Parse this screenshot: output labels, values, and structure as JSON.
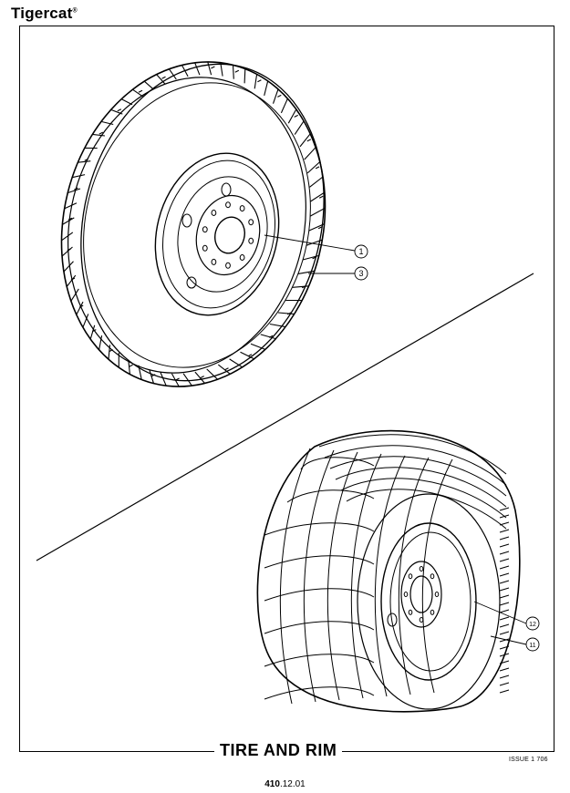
{
  "brand": {
    "name": "Tigercat",
    "mark": "®"
  },
  "title": "TIRE AND RIM",
  "issue": "ISSUE 1 706",
  "page": {
    "bold": "410",
    "rest": ".12.01"
  },
  "callouts": [
    "1",
    "3",
    "12",
    "11"
  ],
  "colors": {
    "ink": "#000000",
    "paper": "#ffffff"
  }
}
